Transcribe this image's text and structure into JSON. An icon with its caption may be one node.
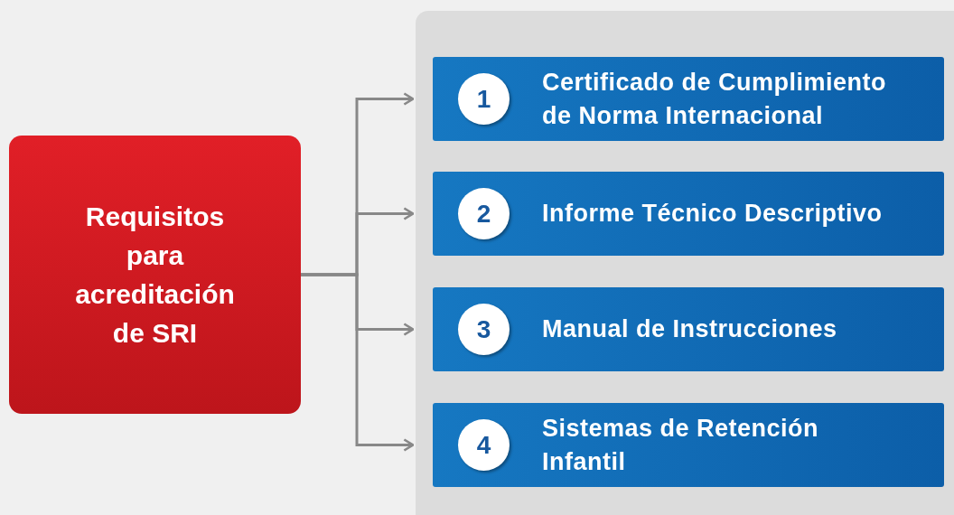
{
  "diagram": {
    "nodes": [
      {
        "text": [
          "Requisitos para acreditación de SRI"
        ]
      },
      {
        "text": [],
        "shape": "box"
      },
      {
        "text": [
          "1",
          "Certificado de Cumplimiento de Norma Internacional"
        ],
        "in": 1
      },
      {
        "text": [
          "2",
          "Informe Técnico Descriptivo"
        ],
        "in": 1
      },
      {
        "text": [
          "3",
          "Manual de Instrucciones"
        ],
        "in": 1
      },
      {
        "text": [
          "4",
          "Sistemas de Retención Infantil"
        ],
        "in": 1
      }
    ],
    "edges": [
      {
        "from": 0,
        "to": 2,
        "arrow": "to"
      },
      {
        "from": 0,
        "to": 3,
        "arrow": "to"
      },
      {
        "from": 0,
        "to": 4,
        "arrow": "to"
      },
      {
        "from": 0,
        "to": 5,
        "arrow": "to"
      }
    ]
  }
}
